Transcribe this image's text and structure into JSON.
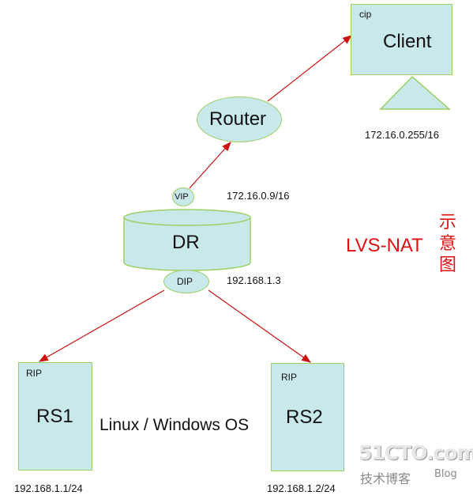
{
  "client": {
    "label": "Client",
    "tag": "cip",
    "ip": "172.16.0.255/16"
  },
  "router": {
    "label": "Router"
  },
  "dr": {
    "label": "DR",
    "vip_tag": "VIP",
    "vip_ip": "172.16.0.9/16",
    "dip_tag": "DIP",
    "dip_ip": "192.168.1.3"
  },
  "rs1": {
    "label": "RS1",
    "tag": "RIP",
    "ip": "192.168.1.1/24"
  },
  "rs2": {
    "label": "RS2",
    "tag": "RIP",
    "ip": "192.168.1.2/24"
  },
  "os_label": "Linux / Windows OS",
  "title": {
    "main": "LVS-NAT",
    "side": [
      "示",
      "意",
      "图"
    ]
  },
  "watermark": {
    "site": "51CTO.com",
    "sub": "技术博客",
    "blog": "Blog"
  },
  "colors": {
    "node_fill": "#c9e8ea",
    "node_border": "#9ccf66",
    "arrow": "#cc1111",
    "title": "#dd1111"
  }
}
